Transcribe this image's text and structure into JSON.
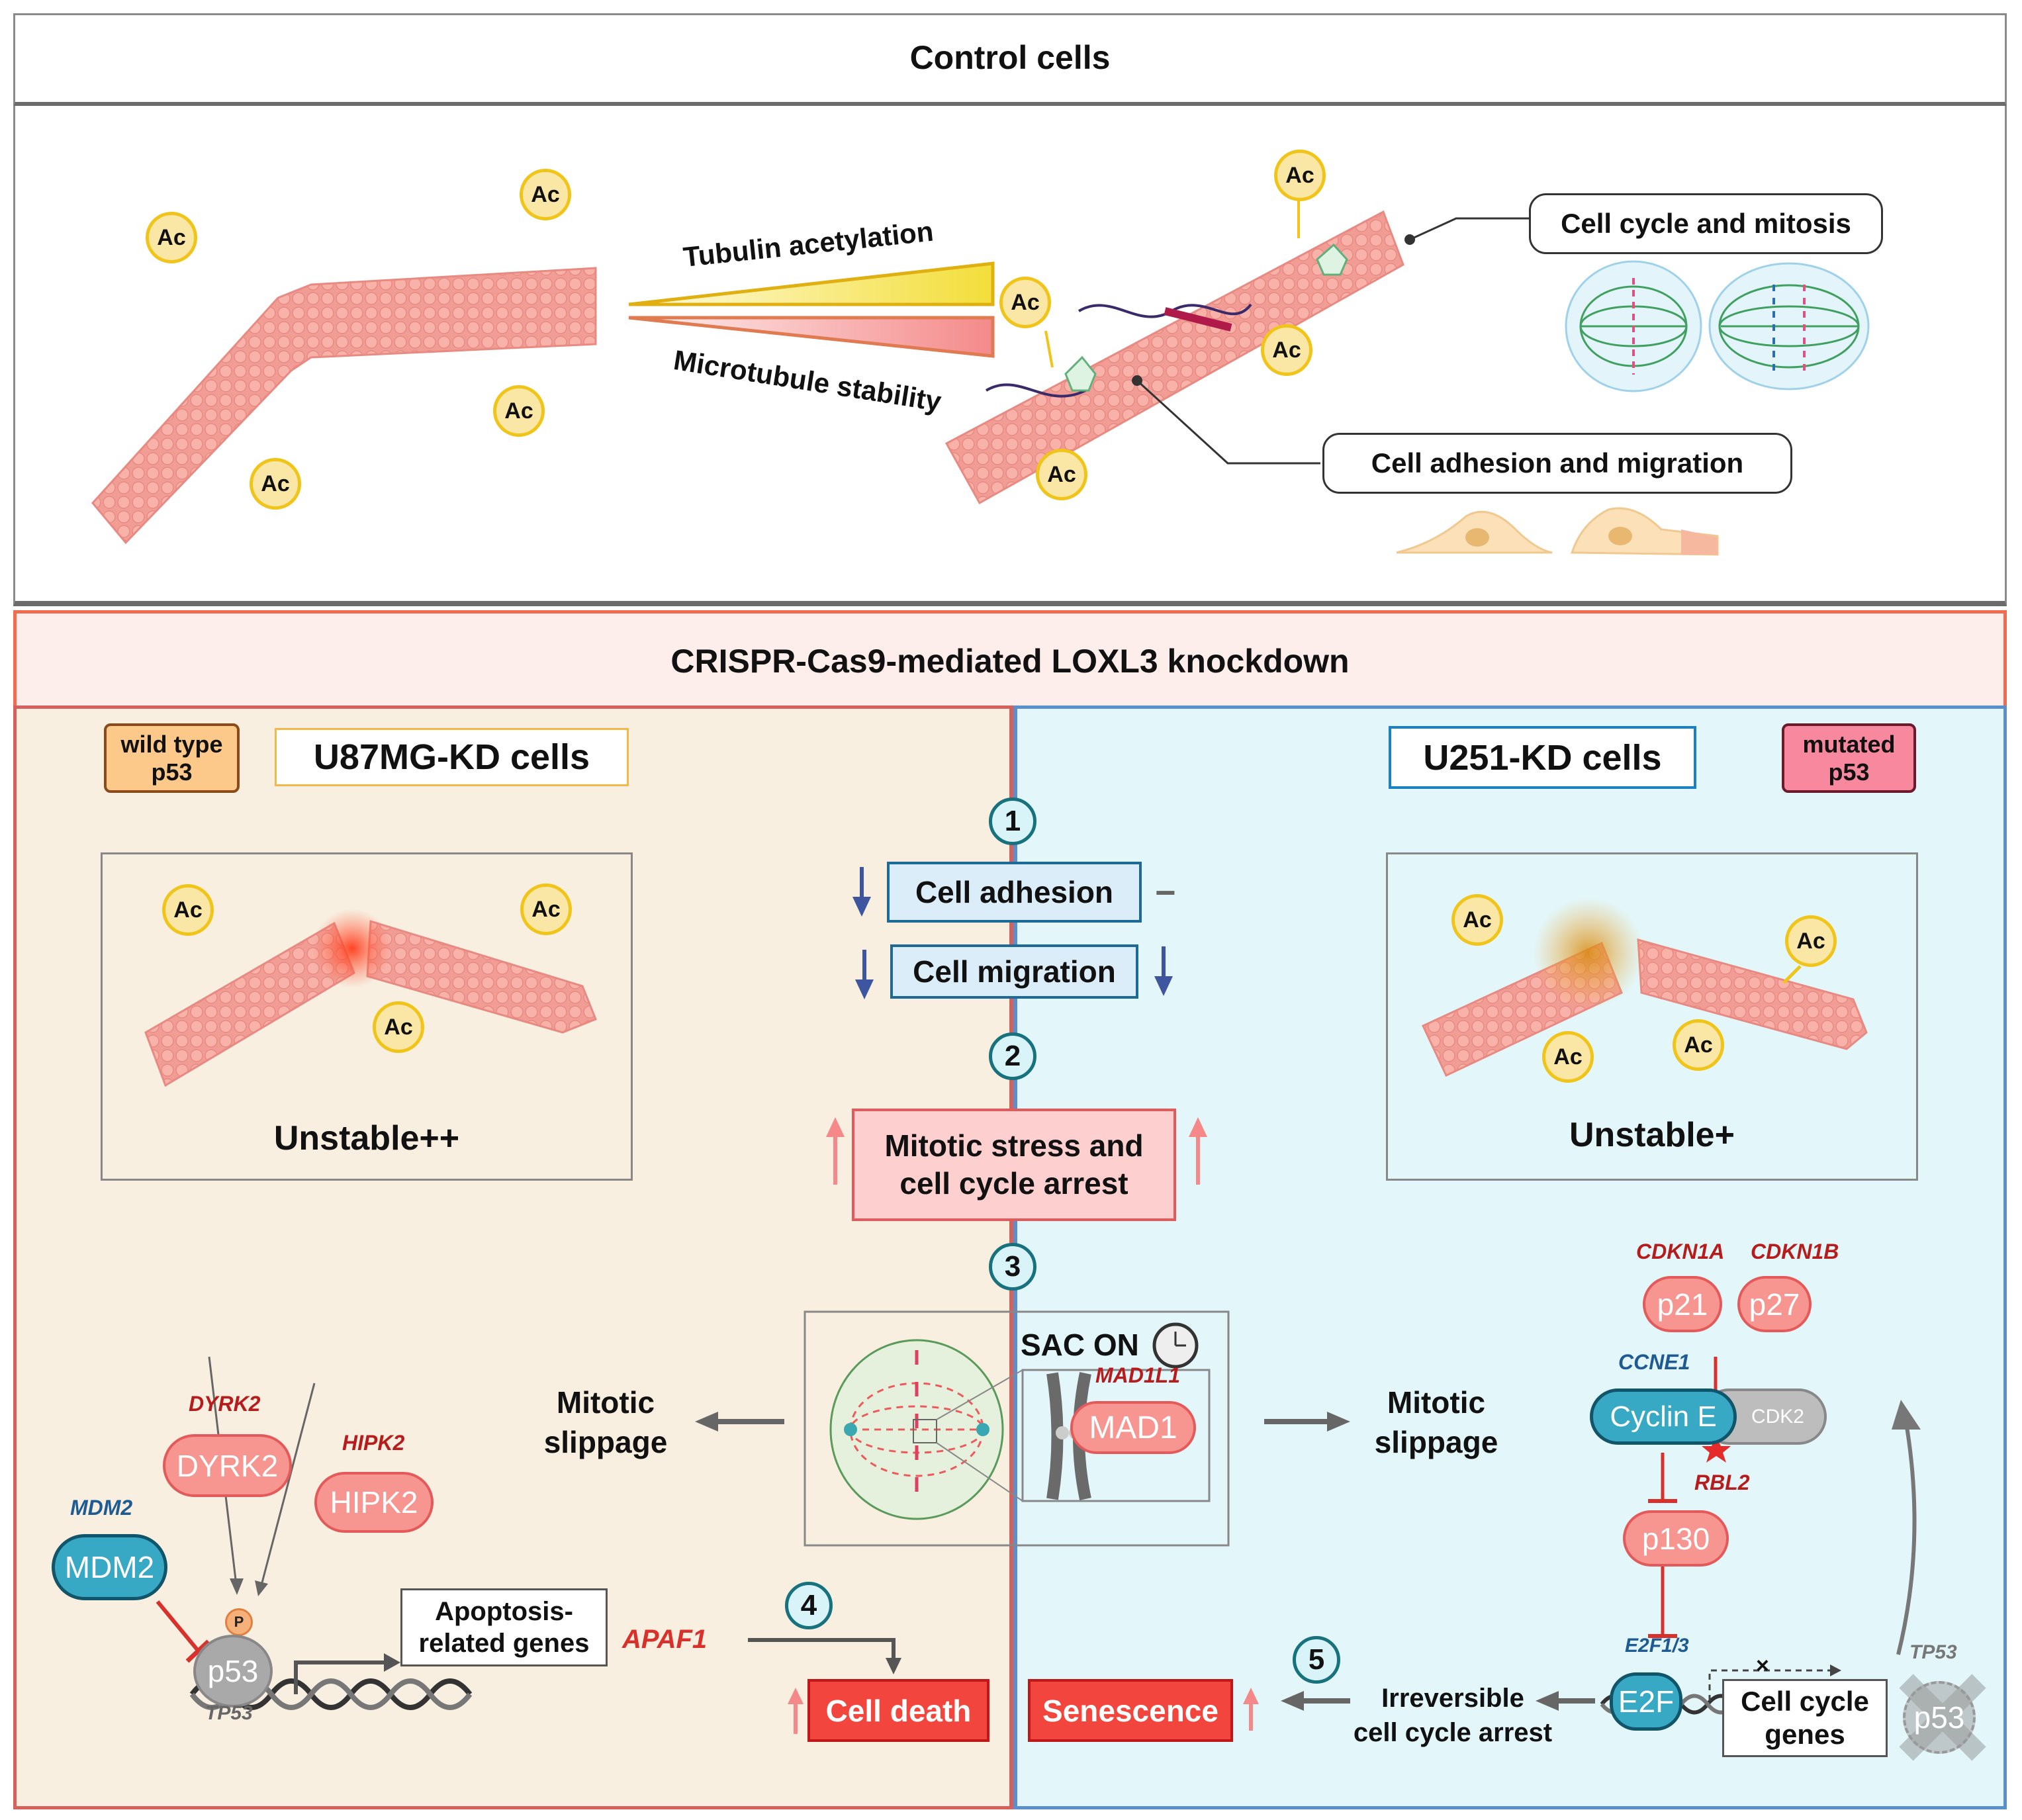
{
  "control_panel": {
    "title": "Control cells",
    "tubulin_acetylation_label": "Tubulin acetylation",
    "microtubule_stability_label": "Microtubule stability",
    "acetyl_marker_label": "Ac",
    "callout_cell_cycle": "Cell cycle and mitosis",
    "callout_adhesion": "Cell adhesion and migration"
  },
  "knockdown_panel": {
    "title": "CRISPR-Cas9-mediated LOXL3 knockdown"
  },
  "left_panel": {
    "p53_badge_line1": "wild type",
    "p53_badge_line2": "p53",
    "cell_line_title": "U87MG-KD cells",
    "microtubule_status": "Unstable++",
    "mitotic_slippage_line1": "Mitotic",
    "mitotic_slippage_line2": "slippage",
    "genes": {
      "dyrk2_gene": "DYRK2",
      "hipk2_gene": "HIPK2",
      "mdm2_gene": "MDM2",
      "tp53_gene": "TP53",
      "apaf1_gene": "APAF1"
    },
    "proteins": {
      "dyrk2": "DYRK2",
      "hipk2": "HIPK2",
      "mdm2": "MDM2",
      "p53": "p53",
      "phospho": "P"
    },
    "apoptosis_box_line1": "Apoptosis-",
    "apoptosis_box_line2": "related genes",
    "outcome": "Cell death"
  },
  "right_panel": {
    "p53_badge_line1": "mutated",
    "p53_badge_line2": "p53",
    "cell_line_title": "U251-KD cells",
    "microtubule_status": "Unstable+",
    "sac_label": "SAC ON",
    "mitotic_slippage_line1": "Mitotic",
    "mitotic_slippage_line2": "slippage",
    "genes": {
      "mad1l1_gene": "MAD1L1",
      "cdkn1a_gene": "CDKN1A",
      "cdkn1b_gene": "CDKN1B",
      "ccne1_gene": "CCNE1",
      "rbl2_gene": "RBL2",
      "e2f_gene": "E2F1/3",
      "tp53_gene": "TP53"
    },
    "proteins": {
      "mad1": "MAD1",
      "p21": "p21",
      "p27": "p27",
      "cyclin_e": "Cyclin E",
      "cdk2": "CDK2",
      "p130": "p130",
      "e2f": "E2F",
      "p53": "p53"
    },
    "blocked_marker": "×",
    "cell_cycle_genes_line1": "Cell cycle",
    "cell_cycle_genes_line2": "genes",
    "arrest_line1": "Irreversible",
    "arrest_line2": "cell cycle arrest",
    "outcome": "Senescence"
  },
  "center_column": {
    "steps": [
      "1",
      "2",
      "3",
      "4",
      "5"
    ],
    "cell_adhesion": "Cell adhesion",
    "cell_adhesion_right_change": "−",
    "cell_migration": "Cell migration",
    "mitotic_stress_line1": "Mitotic stress and",
    "mitotic_stress_line2": "cell cycle arrest"
  },
  "colors": {
    "control_border": "#6b6b6b",
    "knockdown_header_bg": "#fdeeec",
    "knockdown_border": "#f26b50",
    "left_bg": "#f8efe1",
    "left_border": "#d6605c",
    "right_bg": "#e3f7fb",
    "right_border": "#5a8fcc",
    "protein_red": "#f79590",
    "protein_teal": "#38a9c4",
    "outcome_red": "#f2453d",
    "gene_red": "#b71c1c",
    "gene_blue": "#1f5b93"
  }
}
